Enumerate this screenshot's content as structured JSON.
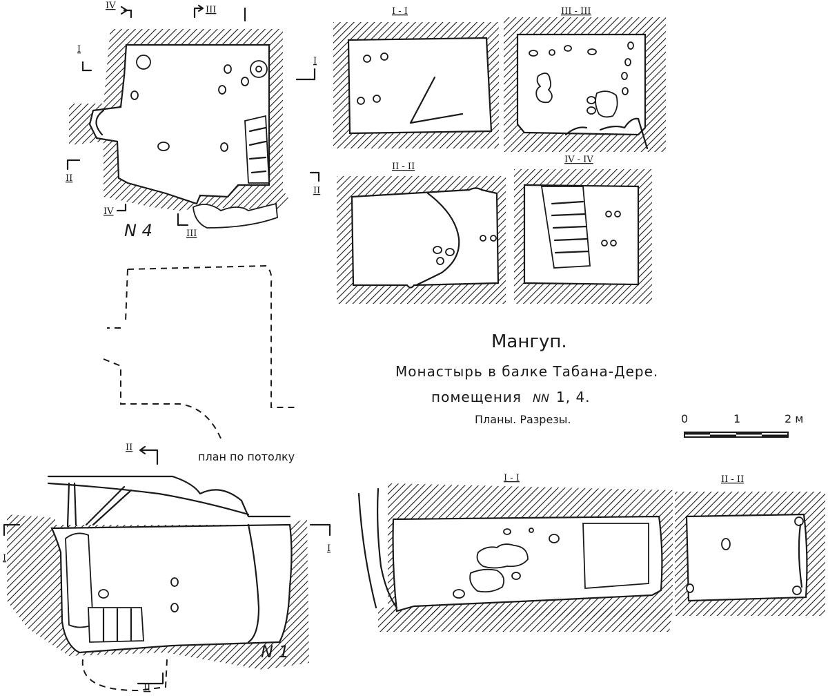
{
  "title": {
    "main": "Мангуп.",
    "line2": "Монастырь в балке Табана-Дере.",
    "line3": "помещения",
    "line3_nn": "NN",
    "line3_numbers": "1, 4.",
    "line4": "Планы. Разрезы."
  },
  "ceiling_plan_label": "план по потолку",
  "scale_bar": {
    "ticks": [
      "0",
      "1",
      "2 м"
    ]
  },
  "room_labels": {
    "room4": "N 4",
    "room1": "N 1"
  },
  "section_titles": {
    "s1": "I - I",
    "s3": "III - III",
    "s2": "II - II",
    "s4": "IV - IV",
    "r1_s1": "I - I",
    "r1_s2": "II - II"
  },
  "markers": {
    "I": "I",
    "II": "II",
    "III": "III",
    "IV": "IV"
  }
}
